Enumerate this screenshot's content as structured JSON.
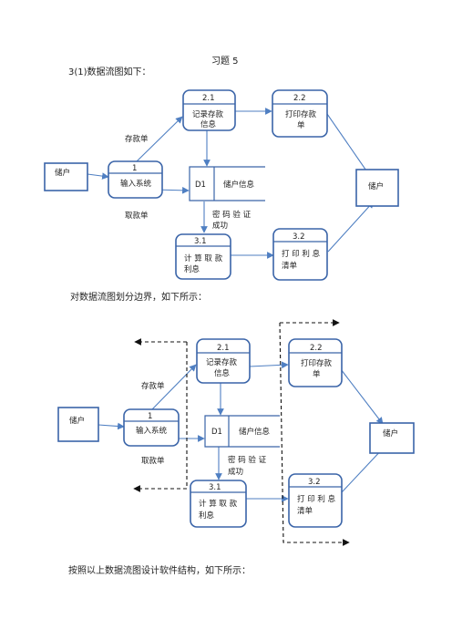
{
  "page_title": "习题 5",
  "intro": "3(1)数据流图如下：",
  "section2_caption": "对数据流图划分边界，如下所示：",
  "section3_caption": "按照以上数据流图设计软件结构，如下所示：",
  "diagram": {
    "external_left": "储户",
    "external_right": "储户",
    "p1_num": "1",
    "p1_name": "输入系统",
    "p21_num": "2.1",
    "p21_line1": "记录存款",
    "p21_line2": "信息",
    "p22_num": "2.2",
    "p22_line1": "打印存款",
    "p22_line2": "单",
    "p31_num": "3.1",
    "p31_line1": "计 算 取 款",
    "p31_line2": "利息",
    "p32_num": "3.2",
    "p32_line1": "打 印 利 息",
    "p32_line2": "清单",
    "store_id": "D1",
    "store_name": "储户信息",
    "flow_deposit": "存款单",
    "flow_withdraw": "取款单",
    "flow_pwd_line1": "密 码 验 证",
    "flow_pwd_line2": "成功"
  }
}
